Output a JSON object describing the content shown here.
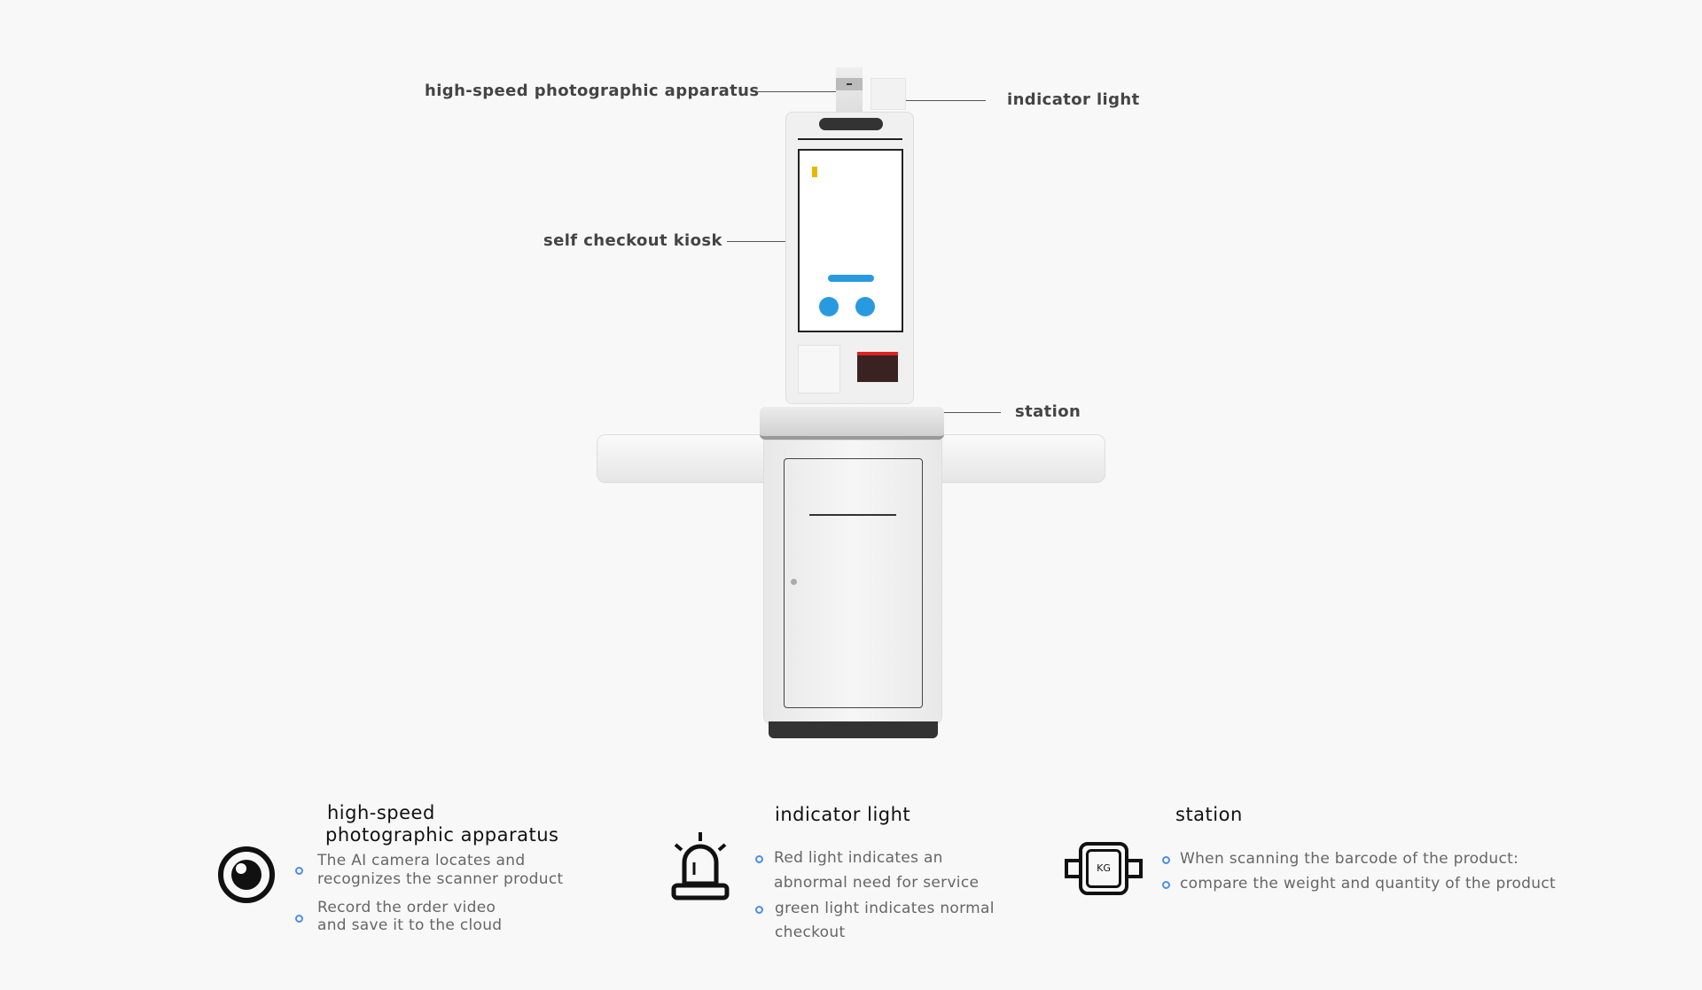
{
  "callouts": {
    "camera": "high-speed photographic apparatus",
    "indicator": "indicator light",
    "kiosk": "self checkout kiosk",
    "station": "station"
  },
  "features": [
    {
      "icon": "camera-eye-icon",
      "title_line1": "high-speed",
      "title_line2": "photographic apparatus",
      "bullets": [
        [
          "The AI camera locates and",
          "recognizes the scanner product"
        ],
        [
          "Record the order video",
          "and save it to the cloud"
        ]
      ]
    },
    {
      "icon": "alarm-light-icon",
      "title": "indicator light",
      "bullets": [
        [
          "Red light indicates an",
          "abnormal need for service"
        ],
        [
          "green light indicates normal",
          "checkout"
        ]
      ]
    },
    {
      "icon": "scale-kg-icon",
      "title": "station",
      "icon_label": "KG",
      "bullets": [
        "When scanning the barcode of the product:",
        "compare the weight and quantity of the product"
      ]
    }
  ],
  "colors": {
    "bullet": "#4a8ef0",
    "screen_button": "#2a9ae0",
    "printer_red": "#e02020"
  }
}
